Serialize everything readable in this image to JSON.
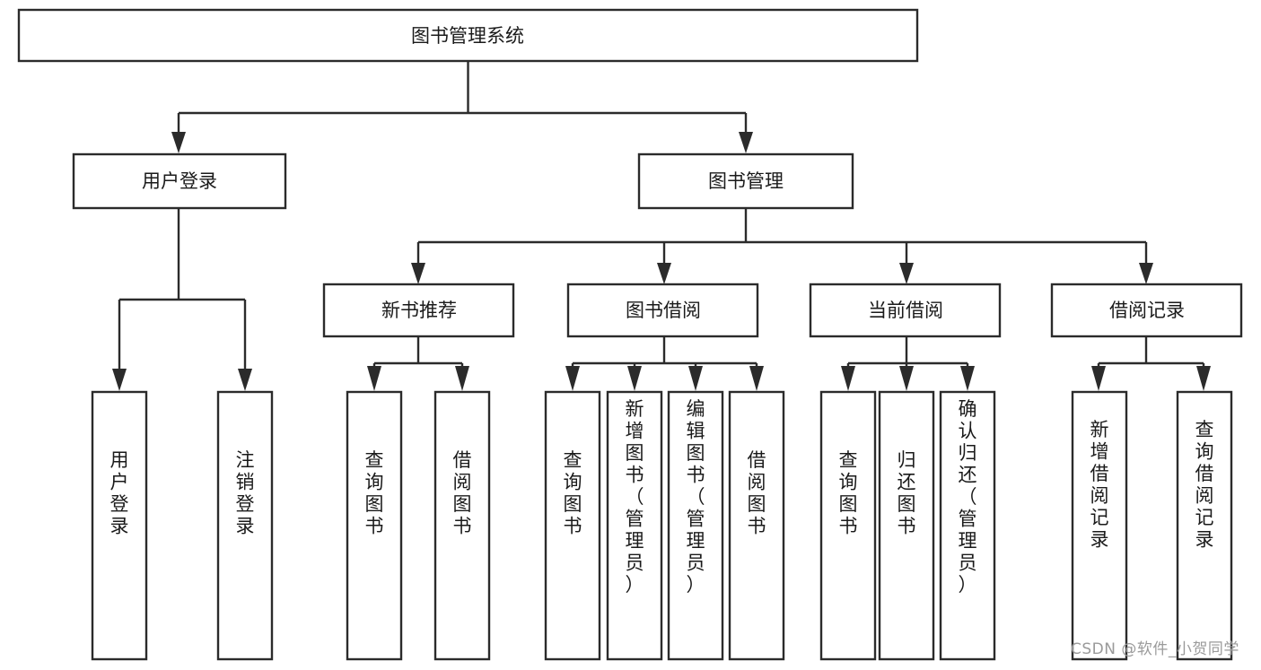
{
  "diagram": {
    "type": "tree-hierarchy",
    "background_color": "#ffffff",
    "line_color": "#2b2b2b",
    "text_color": "#1a1a1a",
    "root": {
      "id": "root",
      "label": "图书管理系统"
    },
    "level2": [
      {
        "id": "user-login",
        "label": "用户登录"
      },
      {
        "id": "book-management",
        "label": "图书管理"
      }
    ],
    "level3": [
      {
        "id": "new-book-recommend",
        "label": "新书推荐",
        "parent": "book-management"
      },
      {
        "id": "book-borrow",
        "label": "图书借阅",
        "parent": "book-management"
      },
      {
        "id": "current-borrow",
        "label": "当前借阅",
        "parent": "book-management"
      },
      {
        "id": "borrow-record",
        "label": "借阅记录",
        "parent": "book-management"
      }
    ],
    "leaves": [
      {
        "id": "leaf-user-login",
        "label": "用户登录",
        "parent": "user-login"
      },
      {
        "id": "leaf-logout-login",
        "label": "注销登录",
        "parent": "user-login"
      },
      {
        "id": "leaf-query-book-1",
        "label": "查询图书",
        "parent": "new-book-recommend"
      },
      {
        "id": "leaf-borrow-book-1",
        "label": "借阅图书",
        "parent": "new-book-recommend"
      },
      {
        "id": "leaf-query-book-2",
        "label": "查询图书",
        "parent": "book-borrow"
      },
      {
        "id": "leaf-add-book",
        "label": "新增图书（管理员）",
        "parent": "book-borrow"
      },
      {
        "id": "leaf-edit-book",
        "label": "编辑图书（管理员）",
        "parent": "book-borrow"
      },
      {
        "id": "leaf-borrow-book-2",
        "label": "借阅图书",
        "parent": "book-borrow"
      },
      {
        "id": "leaf-query-book-3",
        "label": "查询图书",
        "parent": "current-borrow"
      },
      {
        "id": "leaf-return-book",
        "label": "归还图书",
        "parent": "current-borrow"
      },
      {
        "id": "leaf-confirm-return",
        "label": "确认归还（管理员）",
        "parent": "current-borrow"
      },
      {
        "id": "leaf-add-record",
        "label": "新增借阅记录",
        "parent": "borrow-record"
      },
      {
        "id": "leaf-query-record",
        "label": "查询借阅记录",
        "parent": "borrow-record"
      }
    ]
  },
  "watermark": {
    "text": "CSDN @软件_小贺同学"
  }
}
